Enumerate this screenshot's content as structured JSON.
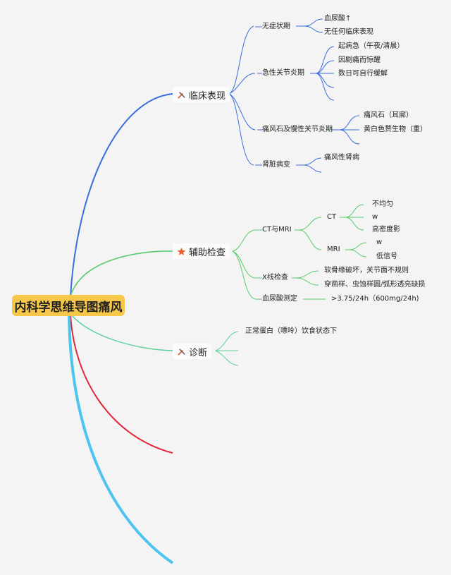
{
  "root": {
    "title": "内科学思维导图痛风"
  },
  "branches": [
    {
      "label": "临床表现",
      "icon": "tools-icon",
      "color": "#3a6fdc",
      "children": [
        {
          "label": "无症状期",
          "children": [
            "血尿酸↑",
            "无任何临床表现"
          ]
        },
        {
          "label": "急性关节炎期",
          "children": [
            "起病急（午夜/清晨）",
            "因剧痛而惊醒",
            "数日可自行缓解"
          ]
        },
        {
          "label": "痛风石及慢性关节炎期",
          "children": [
            "痛风石（耳廓）",
            "黄白色赘生物（重）"
          ]
        },
        {
          "label": "肾脏病变",
          "children": [
            "痛风性肾病"
          ]
        }
      ]
    },
    {
      "label": "辅助检查",
      "icon": "star-icon",
      "color": "#57cc6b",
      "children": [
        {
          "label": "CT与MRI",
          "children": [
            {
              "label": "CT",
              "children": [
                "不均匀",
                "w",
                "高密度影"
              ]
            },
            {
              "label": "MRI",
              "children": [
                "w",
                "低信号"
              ]
            }
          ]
        },
        {
          "label": "X线检查",
          "children": [
            "软骨缘破坏，关节面不规则",
            "穿凿样、虫蚀样圆/弧形透亮缺损"
          ]
        },
        {
          "label": "血尿酸测定",
          "children": [
            ">3.75/24h（600mg/24h)"
          ]
        }
      ]
    },
    {
      "label": "诊断",
      "icon": "tools-icon",
      "color": "#5ccf9a",
      "children": [
        {
          "label": "正常蛋白（嘌呤）饮食状态下"
        }
      ]
    }
  ],
  "extra_branch_colors": [
    "#e0283c",
    "#4ec4f0"
  ]
}
